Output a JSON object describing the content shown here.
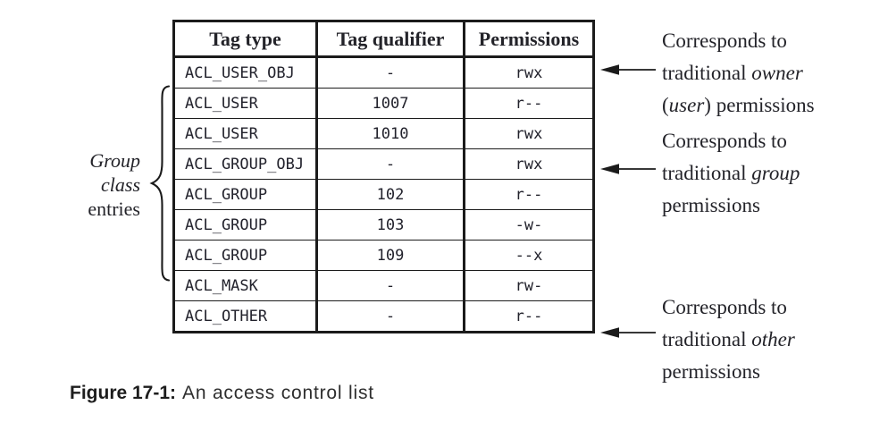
{
  "colors": {
    "background": "#ffffff",
    "text": "#232329",
    "table_border": "#1b1b1b"
  },
  "group_label": {
    "lines": [
      "Group",
      "class",
      "entries"
    ]
  },
  "table": {
    "headers": [
      "Tag type",
      "Tag qualifier",
      "Permissions"
    ],
    "rows": [
      [
        "ACL_USER_OBJ",
        "-",
        "rwx"
      ],
      [
        "ACL_USER",
        "1007",
        "r--"
      ],
      [
        "ACL_USER",
        "1010",
        "rwx"
      ],
      [
        "ACL_GROUP_OBJ",
        "-",
        "rwx"
      ],
      [
        "ACL_GROUP",
        "102",
        "r--"
      ],
      [
        "ACL_GROUP",
        "103",
        "-w-"
      ],
      [
        "ACL_GROUP",
        "109",
        "--x"
      ],
      [
        "ACL_MASK",
        "-",
        "rw-"
      ],
      [
        "ACL_OTHER",
        "-",
        "r--"
      ]
    ]
  },
  "annotations": [
    {
      "lines": [
        {
          "segments": [
            {
              "text": "Corresponds to",
              "italic": false
            }
          ]
        },
        {
          "segments": [
            {
              "text": "traditional ",
              "italic": false
            },
            {
              "text": "owner",
              "italic": true
            }
          ]
        },
        {
          "segments": [
            {
              "text": "(",
              "italic": false
            },
            {
              "text": "user",
              "italic": true
            },
            {
              "text": ") permissions",
              "italic": false
            }
          ]
        }
      ]
    },
    {
      "lines": [
        {
          "segments": [
            {
              "text": "Corresponds to",
              "italic": false
            }
          ]
        },
        {
          "segments": [
            {
              "text": "traditional ",
              "italic": false
            },
            {
              "text": "group",
              "italic": true
            }
          ]
        },
        {
          "segments": [
            {
              "text": "permissions",
              "italic": false
            }
          ]
        }
      ]
    },
    {
      "lines": [
        {
          "segments": [
            {
              "text": "Corresponds to",
              "italic": false
            }
          ]
        },
        {
          "segments": [
            {
              "text": "traditional ",
              "italic": false
            },
            {
              "text": "other",
              "italic": true
            }
          ]
        },
        {
          "segments": [
            {
              "text": "permissions",
              "italic": false
            }
          ]
        }
      ]
    }
  ],
  "caption": {
    "label": "Figure 17-1:",
    "text": "An access control list"
  }
}
